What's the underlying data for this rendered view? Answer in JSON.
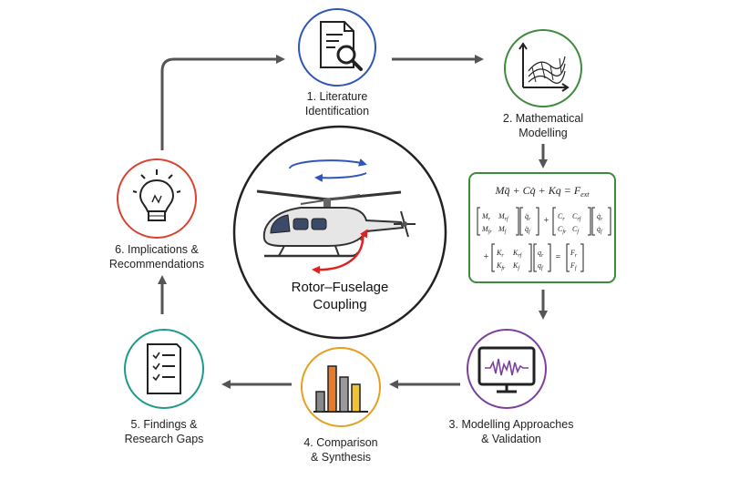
{
  "steps": [
    {
      "id": "literature",
      "label": "1. Literature\nIdentification",
      "icon": "document-search-icon",
      "color": "#2f55b8"
    },
    {
      "id": "math",
      "label": "2. Mathematical\nModelling",
      "icon": "surface-plot-icon",
      "color": "#3d8b3d"
    },
    {
      "id": "approaches",
      "label": "3. Modelling Approaches\n& Validation",
      "icon": "monitor-waveform-icon",
      "color": "#7b3fa0"
    },
    {
      "id": "comparison",
      "label": "4. Comparison\n& Synthesis",
      "icon": "bar-chart-icon",
      "color": "#e3a021"
    },
    {
      "id": "findings",
      "label": "5. Findings &\nResearch Gaps",
      "icon": "checklist-icon",
      "color": "#1e9a8a"
    },
    {
      "id": "implications",
      "label": "6. Implications &\nRecommendations",
      "icon": "lightbulb-icon",
      "color": "#d9432f"
    }
  ],
  "center": {
    "title": "Rotor–Fuselage\nCoupling",
    "icon": "helicopter-icon"
  },
  "equations": {
    "main": "Mq̈ + Cq̇ + Kq = F",
    "main_sub": "ext"
  },
  "colors": {
    "arrow": "#555555",
    "circle_center": "#222222",
    "eq_box": "#3d8b3d"
  }
}
